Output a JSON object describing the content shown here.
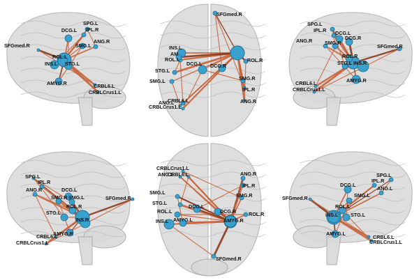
{
  "colors": {
    "edge": "#c8643a",
    "edge_dark": "#8a3a1c",
    "node": "#3aa0cc",
    "node_dark": "#1f6f96",
    "brain_fill": "#d9d9d9",
    "brain_stroke": "#a8a8a8"
  },
  "panels": [
    {
      "view": "sagittal-left",
      "labels": [
        {
          "text": "SPG.L"
        },
        {
          "text": "DCG.L"
        },
        {
          "text": "IPL.R"
        },
        {
          "text": "SFGmed.R"
        },
        {
          "text": "SMG.L"
        },
        {
          "text": "ANG.R"
        },
        {
          "text": "ROL.L"
        },
        {
          "text": "INS.L"
        },
        {
          "text": "STG.L"
        },
        {
          "text": "AMYG.R"
        },
        {
          "text": "CRBL6.L"
        },
        {
          "text": "CRBLCrus1.L"
        }
      ]
    },
    {
      "view": "axial-top",
      "labels": [
        {
          "text": "SFGmed.R"
        },
        {
          "text": "INS.L"
        },
        {
          "text": "ROL.L"
        },
        {
          "text": "AM"
        },
        {
          "text": "DCG.L"
        },
        {
          "text": "DCG.R"
        },
        {
          "text": "ROL.R"
        },
        {
          "text": "STG.L"
        },
        {
          "text": "SMG.L"
        },
        {
          "text": "SMG.R"
        },
        {
          "text": "IPL.R"
        },
        {
          "text": "ANG.R"
        },
        {
          "text": "ANG.L"
        },
        {
          "text": "CRBL6.L"
        },
        {
          "text": "CRBLCrus1.L"
        }
      ]
    },
    {
      "view": "sagittal-right",
      "labels": [
        {
          "text": "SPG.L"
        },
        {
          "text": "IPL.R"
        },
        {
          "text": "DCG.L"
        },
        {
          "text": "DCG.R"
        },
        {
          "text": "ANG.R"
        },
        {
          "text": "SMG.R"
        },
        {
          "text": "SFGmed.R"
        },
        {
          "text": "ROL.R"
        },
        {
          "text": "STG.L"
        },
        {
          "text": "INS.R"
        },
        {
          "text": "CRBL6.L"
        },
        {
          "text": "CRBLCrus1.L"
        },
        {
          "text": "AMYG.R"
        }
      ]
    },
    {
      "view": "sagittal-left-lower",
      "labels": [
        {
          "text": "SPG.L"
        },
        {
          "text": "IPL.R"
        },
        {
          "text": "ANG.R"
        },
        {
          "text": "DCG.L"
        },
        {
          "text": "SMG.R"
        },
        {
          "text": "SMG.L"
        },
        {
          "text": "SFGmed.R"
        },
        {
          "text": "ROL.R"
        },
        {
          "text": "STG.L"
        },
        {
          "text": "INS.R"
        },
        {
          "text": "CRBL6.L"
        },
        {
          "text": "CRBLCrus1.L"
        },
        {
          "text": "AMYG.R"
        }
      ]
    },
    {
      "view": "axial-bottom",
      "labels": [
        {
          "text": "CRBLCrus1.L"
        },
        {
          "text": "ANG.L"
        },
        {
          "text": "CRBL6.L"
        },
        {
          "text": "ANG.R"
        },
        {
          "text": "IPL.R"
        },
        {
          "text": "SMG.R"
        },
        {
          "text": "SMG.L"
        },
        {
          "text": "STG.L"
        },
        {
          "text": "ROL.L"
        },
        {
          "text": "DCG.L"
        },
        {
          "text": "INS.L"
        },
        {
          "text": "AMYG.L"
        },
        {
          "text": "DCG.R"
        },
        {
          "text": "ROL.R"
        },
        {
          "text": "AMYG.R"
        },
        {
          "text": "SFGmed.R"
        }
      ]
    },
    {
      "view": "sagittal-right-lower",
      "labels": [
        {
          "text": "SPG.L"
        },
        {
          "text": "DCG.L"
        },
        {
          "text": "IPL.R"
        },
        {
          "text": "SFGmed.R"
        },
        {
          "text": "SMG.L"
        },
        {
          "text": "ANG.L"
        },
        {
          "text": "ROL.L"
        },
        {
          "text": "INS.L"
        },
        {
          "text": "STG.L"
        },
        {
          "text": "AMYG.L"
        },
        {
          "text": "CRBL6.L"
        },
        {
          "text": "CRBLCrus1.L"
        }
      ]
    }
  ]
}
